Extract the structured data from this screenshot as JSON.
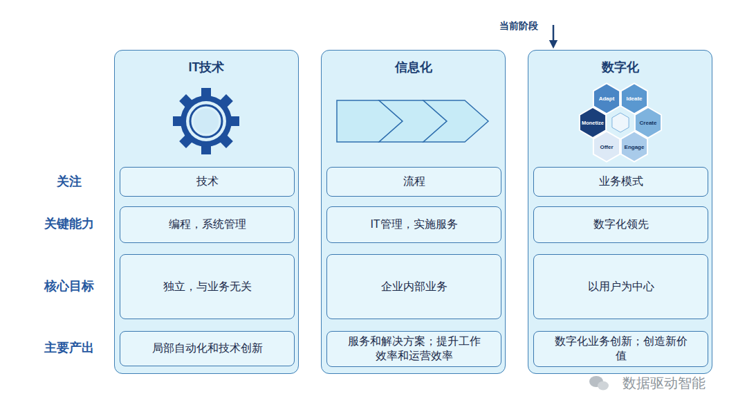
{
  "diagram": {
    "nodes": [
      {
        "text": [
          "IT技术"
        ]
      },
      {
        "text": [
          "技术"
        ],
        "in": 0
      },
      {
        "text": [
          "编程，系统管理"
        ],
        "in": 0
      },
      {
        "text": [
          "独立，与业务无关"
        ],
        "in": 0
      },
      {
        "text": [
          "局部自动化和技术创新"
        ],
        "in": 0
      },
      {
        "text": [
          "信息化"
        ]
      },
      {
        "text": [
          "流程"
        ],
        "in": 5
      },
      {
        "text": [
          "IT管理，实施服务"
        ],
        "in": 5
      },
      {
        "text": [
          "企业内部业务"
        ],
        "in": 5
      },
      {
        "text": [
          "服务和解决方案；提升工作 效率和运营效率"
        ],
        "in": 5
      },
      {
        "text": [
          "数字化"
        ]
      },
      {
        "text": [
          "业务模式"
        ],
        "in": 10
      },
      {
        "text": [
          "数字化领先"
        ],
        "in": 10
      },
      {
        "text": [
          "以用户为中心"
        ],
        "in": 10
      },
      {
        "text": [
          "数字化业务创新；创造新价 值"
        ],
        "in": 10
      }
    ],
    "labels": [
      "当前阶段",
      "关注",
      "关键能力",
      "核心目标",
      "主要产出",
      "Adapt",
      "Ideate",
      "Create",
      "Engage",
      "Offer",
      "Monetize",
      "数据驱动智能"
    ]
  }
}
